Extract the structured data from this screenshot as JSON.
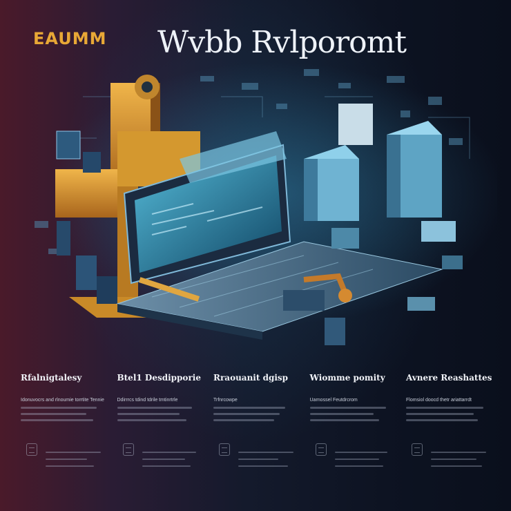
{
  "header": {
    "brand": "EAUMM",
    "title": "Wvbb Rvlporomt"
  },
  "hero": {
    "icons": [
      "server-rack-icon",
      "laptop-screen-icon",
      "database-cube-icon",
      "robot-arm-icon"
    ],
    "accent_color": "#3fb7e0",
    "warm_color": "#e7a43a"
  },
  "features": [
    {
      "title": "Rfalnigtalesy",
      "subtitle": "Idonuvocrs and rlnoumie  torrtite  Tennie"
    },
    {
      "title": "Btel1 Desdipporie",
      "subtitle": "Ddirrrcs tdind  tdrile  tmtinrtrle"
    },
    {
      "title": "Rraouanit dgisp",
      "subtitle": "Trfnrcowpe"
    },
    {
      "title": "Wiomme pomity",
      "subtitle": "Uarnossel Feutdrcrom"
    },
    {
      "title": "Avnere Reashattes",
      "subtitle": "Flomsiol doocd  thetr ariattarrdt"
    }
  ]
}
